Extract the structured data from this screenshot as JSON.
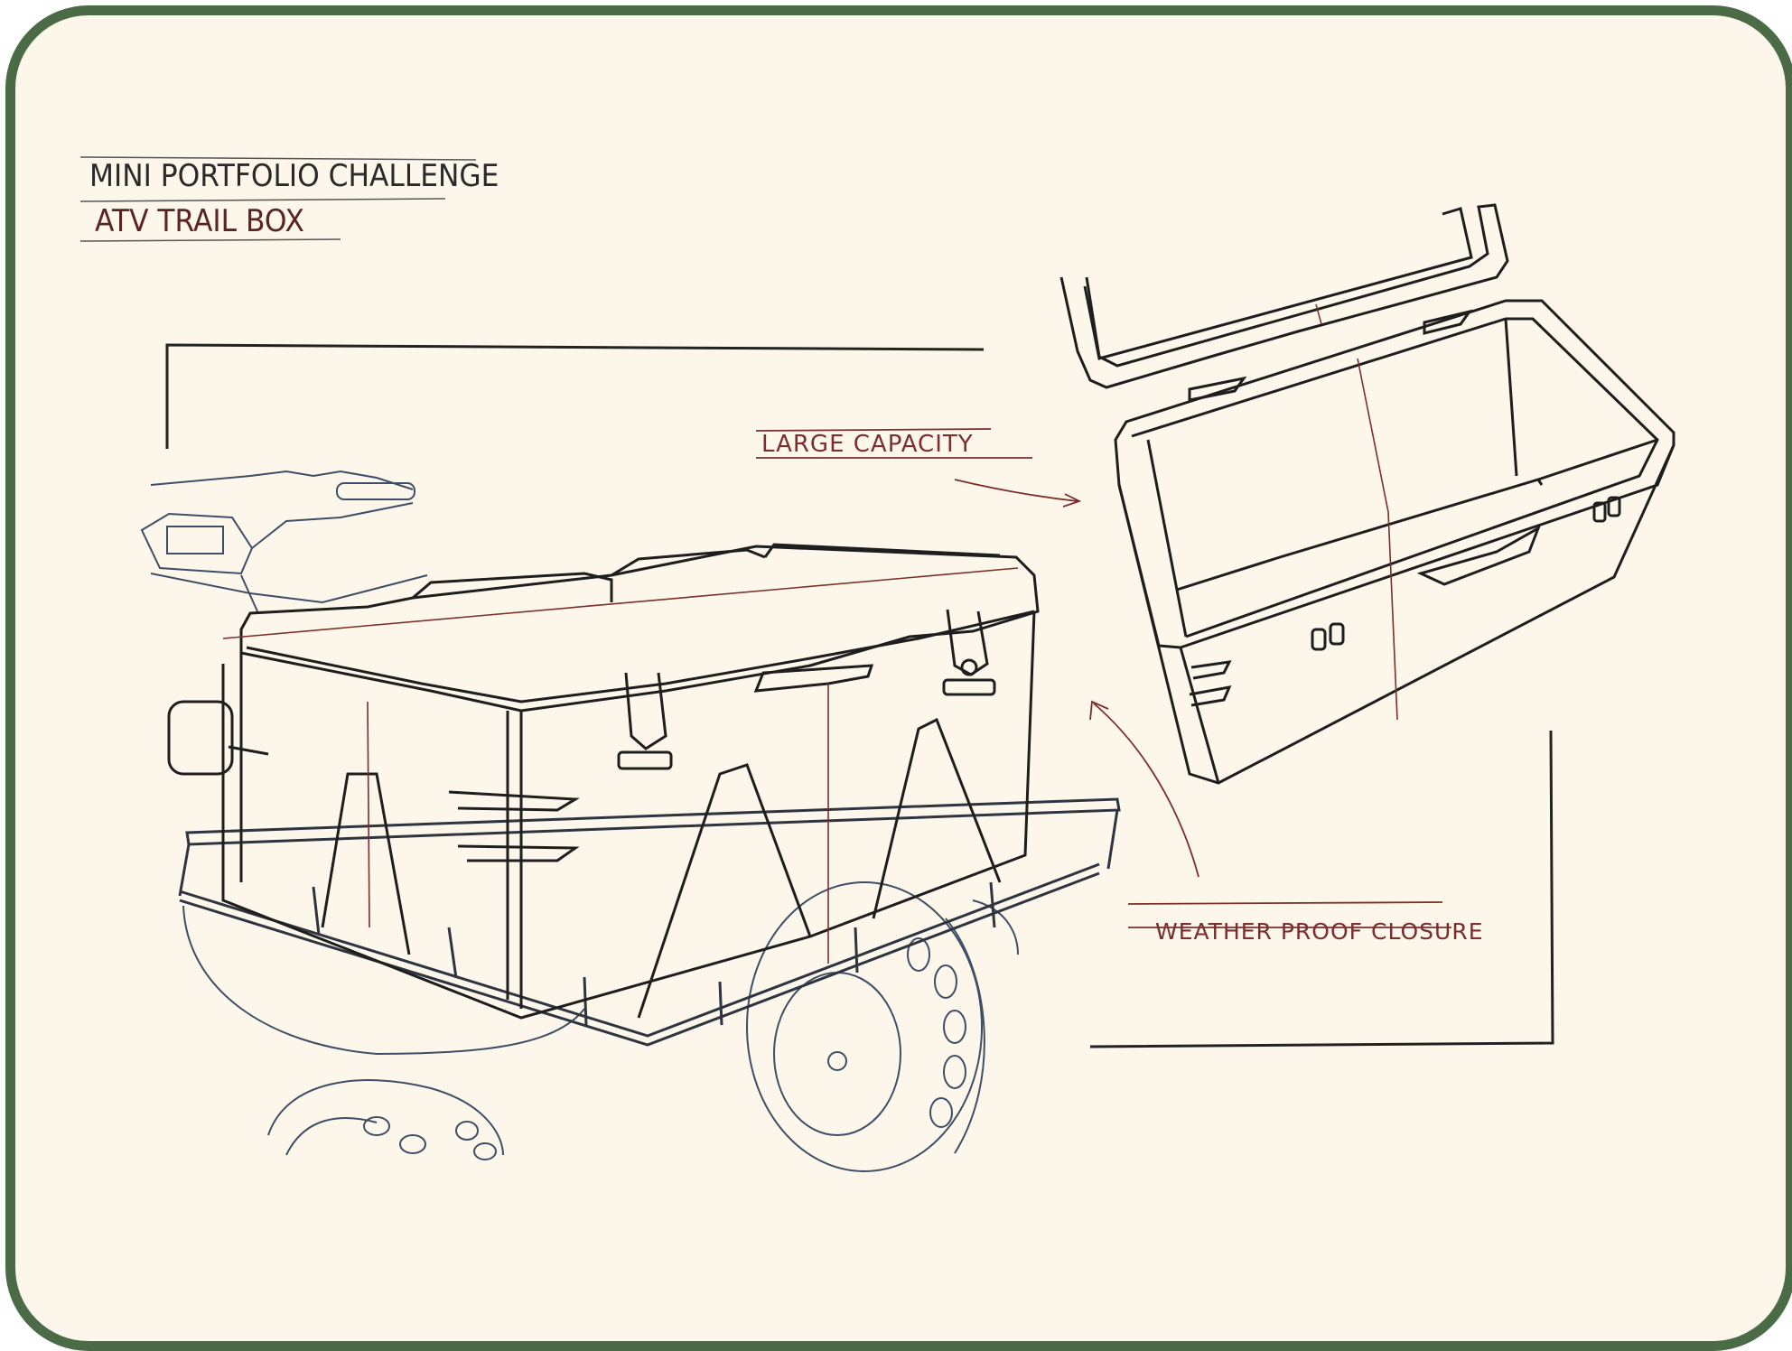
{
  "sheet": {
    "title_line1": "MINI PORTFOLIO CHALLENGE",
    "title_line2": "ATV TRAIL BOX"
  },
  "callouts": {
    "large_capacity": "LARGE CAPACITY",
    "weather_proof": "WEATHER PROOF CLOSURE"
  },
  "colors": {
    "frame_border": "#4b6b46",
    "paper": "#fdf6ea",
    "ink": "#222222",
    "accent_red": "#7a2e2e",
    "blue_ink": "#4a5a70"
  }
}
